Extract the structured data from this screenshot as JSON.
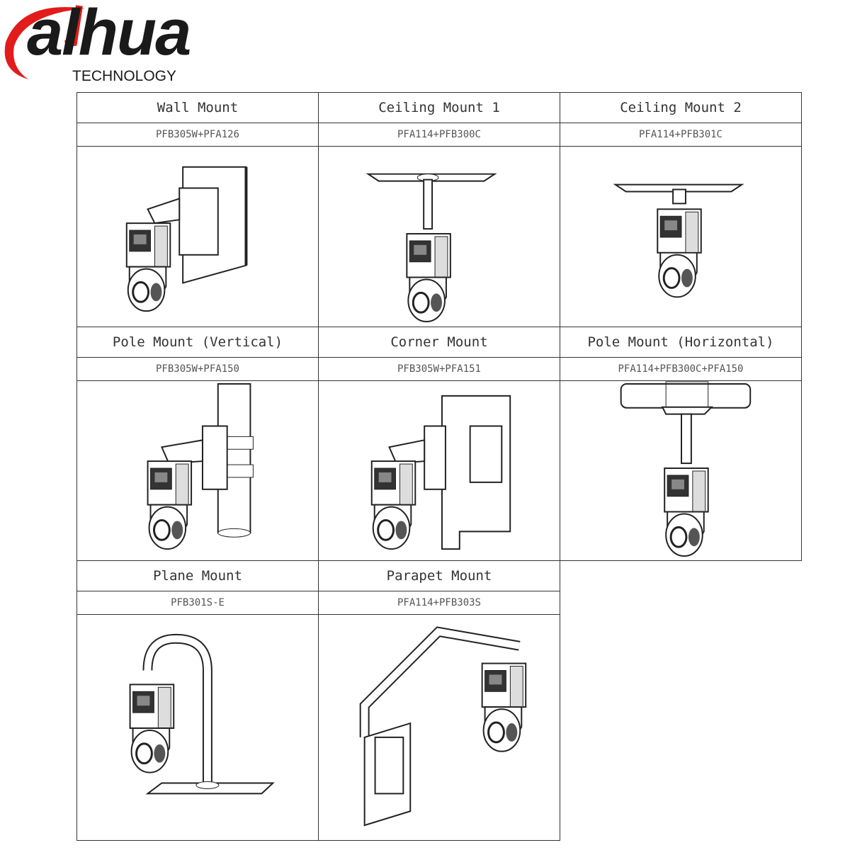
{
  "brand": {
    "name": "alhua",
    "subtitle": "TECHNOLOGY",
    "accent": "#e21b1b"
  },
  "mounts": [
    {
      "title": "Wall Mount",
      "code": "PFB305W+PFA126",
      "icon": "wall-mount"
    },
    {
      "title": "Ceiling Mount 1",
      "code": "PFA114+PFB300C",
      "icon": "ceiling-mount"
    },
    {
      "title": "Ceiling Mount 2",
      "code": "PFA114+PFB301C",
      "icon": "ceiling-mount-short"
    },
    {
      "title": "Pole Mount (Vertical)",
      "code": "PFB305W+PFA150",
      "icon": "pole-mount-vertical"
    },
    {
      "title": "Corner Mount",
      "code": "PFB305W+PFA151",
      "icon": "corner-mount"
    },
    {
      "title": "Pole Mount (Horizontal)",
      "code": "PFA114+PFB300C+PFA150",
      "icon": "pole-mount-horizontal"
    },
    {
      "title": "Plane Mount",
      "code": "PFB301S-E",
      "icon": "plane-mount"
    },
    {
      "title": "Parapet Mount",
      "code": "PFA114+PFB303S",
      "icon": "parapet-mount"
    }
  ]
}
